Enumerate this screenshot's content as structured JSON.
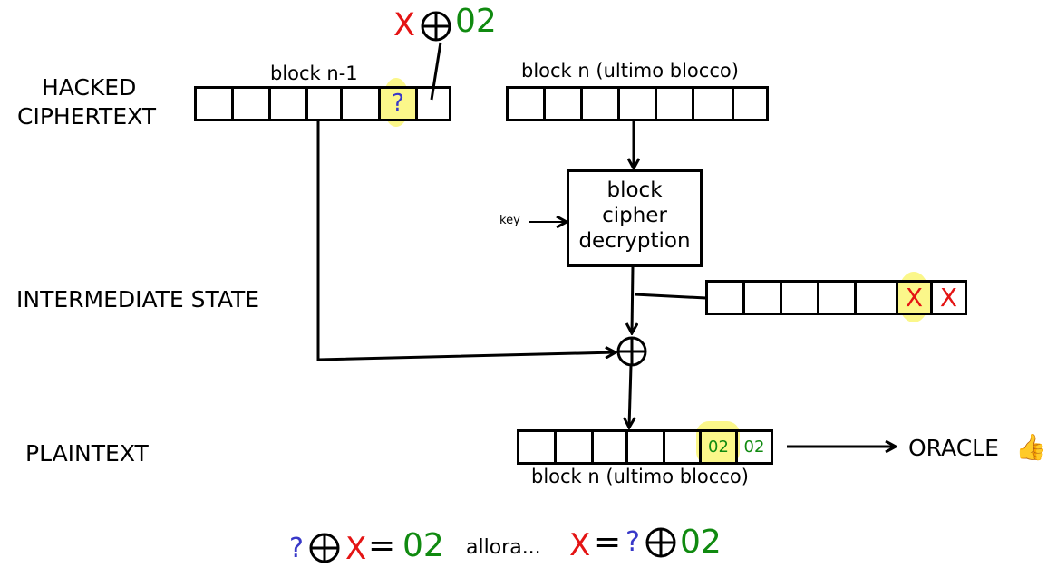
{
  "rows": {
    "hacked_ciphertext": [
      "HACKED",
      "CIPHERTEXT"
    ],
    "intermediate_state": "INTERMEDIATE STATE",
    "plaintext": "PLAINTEXT"
  },
  "blocks": {
    "prev_block_label": "block n-1",
    "last_block_label": "block n (ultimo blocco)",
    "plaintext_block_label": "block n (ultimo blocco)"
  },
  "cells": {
    "question": "?",
    "intermediate_x": "X",
    "intermediate_x2": "X",
    "plain_pad_1": "02",
    "plain_pad_2": "02"
  },
  "top_formula": {
    "x": "X",
    "xor": "⊕",
    "value": "02"
  },
  "cipher_box": {
    "lines": [
      "block",
      "cipher",
      "decryption"
    ]
  },
  "key_label": "key",
  "oracle": {
    "label": "ORACLE",
    "icon": "thumbs-up-icon",
    "glyph": "👍"
  },
  "bottom_equation": {
    "q": "?",
    "xor1": "⊕",
    "x": "X",
    "eq1": "=",
    "val1": "02",
    "then": "allora...",
    "x2": "X",
    "eq2": "=",
    "q2": "?",
    "xor2": "⊕",
    "val2": "02"
  },
  "colors": {
    "red": "#e41414",
    "green": "#108a10",
    "blue": "#3838c8",
    "highlight": "#fbf78a"
  }
}
